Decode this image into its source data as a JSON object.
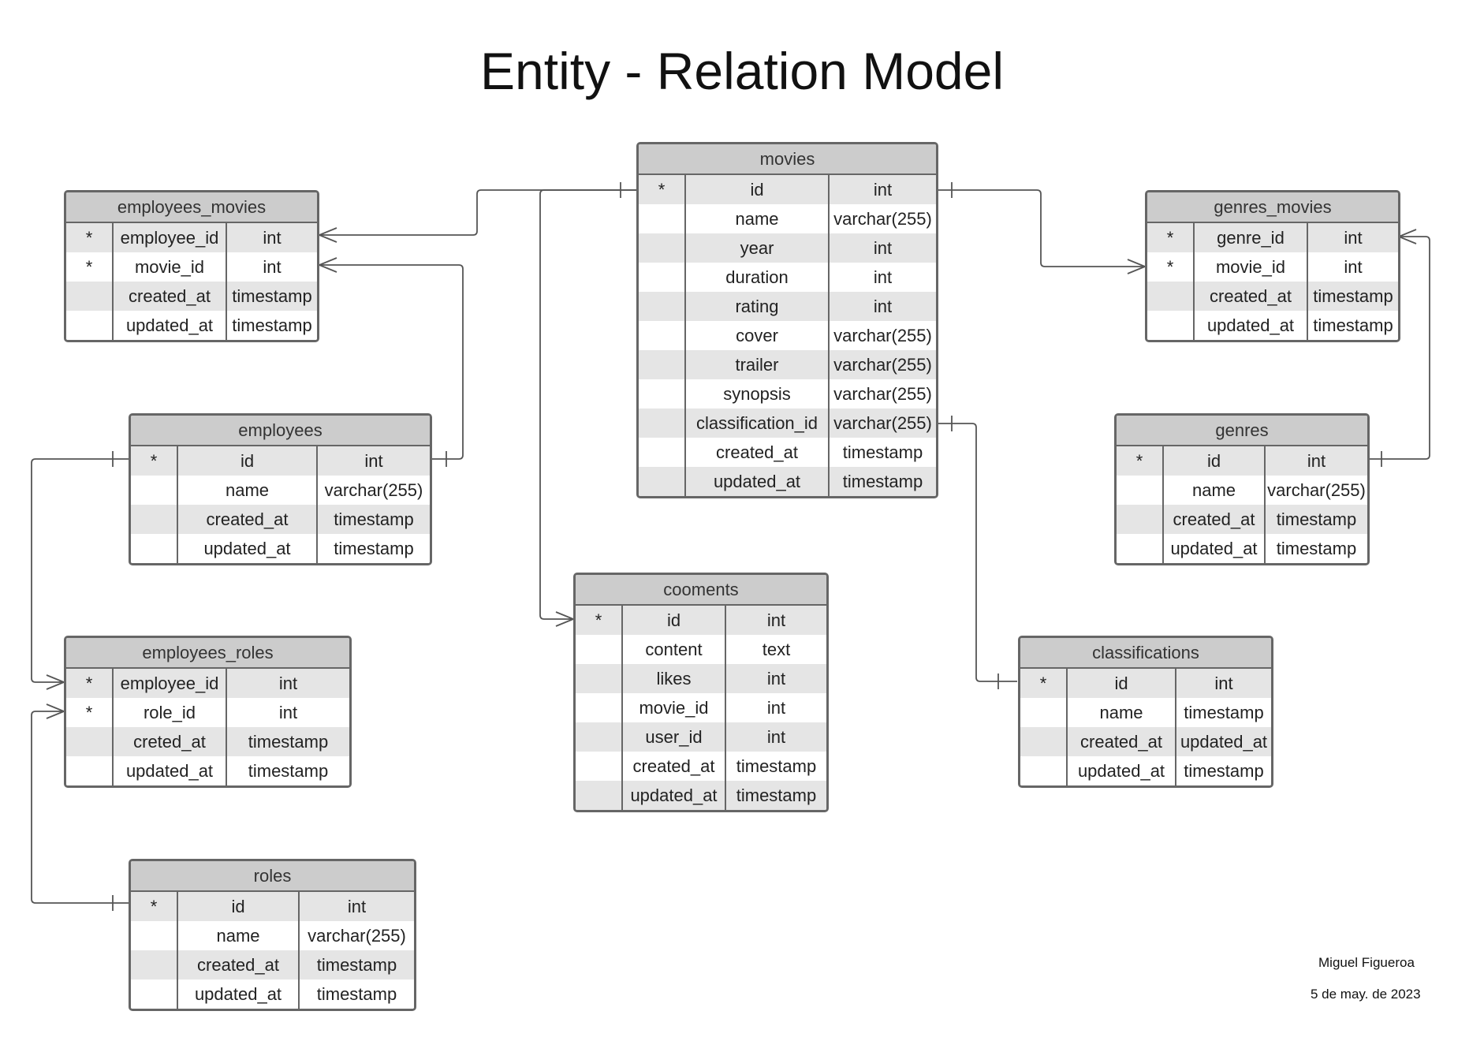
{
  "title": "Entity - Relation Model",
  "author": "Miguel Figueroa",
  "date": "5 de may. de 2023",
  "entities": {
    "movies": {
      "name": "movies",
      "rows": [
        {
          "key": "*",
          "col": "id",
          "type": "int"
        },
        {
          "key": "",
          "col": "name",
          "type": "varchar(255)"
        },
        {
          "key": "",
          "col": "year",
          "type": "int"
        },
        {
          "key": "",
          "col": "duration",
          "type": "int"
        },
        {
          "key": "",
          "col": "rating",
          "type": "int"
        },
        {
          "key": "",
          "col": "cover",
          "type": "varchar(255)"
        },
        {
          "key": "",
          "col": "trailer",
          "type": "varchar(255)"
        },
        {
          "key": "",
          "col": "synopsis",
          "type": "varchar(255)"
        },
        {
          "key": "",
          "col": "classification_id",
          "type": "varchar(255)"
        },
        {
          "key": "",
          "col": "created_at",
          "type": "timestamp"
        },
        {
          "key": "",
          "col": "updated_at",
          "type": "timestamp"
        }
      ]
    },
    "employees_movies": {
      "name": "employees_movies",
      "rows": [
        {
          "key": "*",
          "col": "employee_id",
          "type": "int"
        },
        {
          "key": "*",
          "col": "movie_id",
          "type": "int"
        },
        {
          "key": "",
          "col": "created_at",
          "type": "timestamp"
        },
        {
          "key": "",
          "col": "updated_at",
          "type": "timestamp"
        }
      ]
    },
    "genres_movies": {
      "name": "genres_movies",
      "rows": [
        {
          "key": "*",
          "col": "genre_id",
          "type": "int"
        },
        {
          "key": "*",
          "col": "movie_id",
          "type": "int"
        },
        {
          "key": "",
          "col": "created_at",
          "type": "timestamp"
        },
        {
          "key": "",
          "col": "updated_at",
          "type": "timestamp"
        }
      ]
    },
    "employees": {
      "name": "employees",
      "rows": [
        {
          "key": "*",
          "col": "id",
          "type": "int"
        },
        {
          "key": "",
          "col": "name",
          "type": "varchar(255)"
        },
        {
          "key": "",
          "col": "created_at",
          "type": "timestamp"
        },
        {
          "key": "",
          "col": "updated_at",
          "type": "timestamp"
        }
      ]
    },
    "genres": {
      "name": "genres",
      "rows": [
        {
          "key": "*",
          "col": "id",
          "type": "int"
        },
        {
          "key": "",
          "col": "name",
          "type": "varchar(255)"
        },
        {
          "key": "",
          "col": "created_at",
          "type": "timestamp"
        },
        {
          "key": "",
          "col": "updated_at",
          "type": "timestamp"
        }
      ]
    },
    "cooments": {
      "name": "cooments",
      "rows": [
        {
          "key": "*",
          "col": "id",
          "type": "int"
        },
        {
          "key": "",
          "col": "content",
          "type": "text"
        },
        {
          "key": "",
          "col": "likes",
          "type": "int"
        },
        {
          "key": "",
          "col": "movie_id",
          "type": "int"
        },
        {
          "key": "",
          "col": "user_id",
          "type": "int"
        },
        {
          "key": "",
          "col": "created_at",
          "type": "timestamp"
        },
        {
          "key": "",
          "col": "updated_at",
          "type": "timestamp"
        }
      ]
    },
    "employees_roles": {
      "name": "employees_roles",
      "rows": [
        {
          "key": "*",
          "col": "employee_id",
          "type": "int"
        },
        {
          "key": "*",
          "col": "role_id",
          "type": "int"
        },
        {
          "key": "",
          "col": "creted_at",
          "type": "timestamp"
        },
        {
          "key": "",
          "col": "updated_at",
          "type": "timestamp"
        }
      ]
    },
    "classifications": {
      "name": "classifications",
      "rows": [
        {
          "key": "*",
          "col": "id",
          "type": "int"
        },
        {
          "key": "",
          "col": "name",
          "type": "timestamp"
        },
        {
          "key": "",
          "col": "created_at",
          "type": "updated_at"
        },
        {
          "key": "",
          "col": "updated_at",
          "type": "timestamp"
        }
      ]
    },
    "roles": {
      "name": "roles",
      "rows": [
        {
          "key": "*",
          "col": "id",
          "type": "int"
        },
        {
          "key": "",
          "col": "name",
          "type": "varchar(255)"
        },
        {
          "key": "",
          "col": "created_at",
          "type": "timestamp"
        },
        {
          "key": "",
          "col": "updated_at",
          "type": "timestamp"
        }
      ]
    }
  },
  "colors": {
    "header": "#cccccc",
    "border": "#666666",
    "row_shade": "#e5e5e5",
    "connector": "#555555"
  }
}
